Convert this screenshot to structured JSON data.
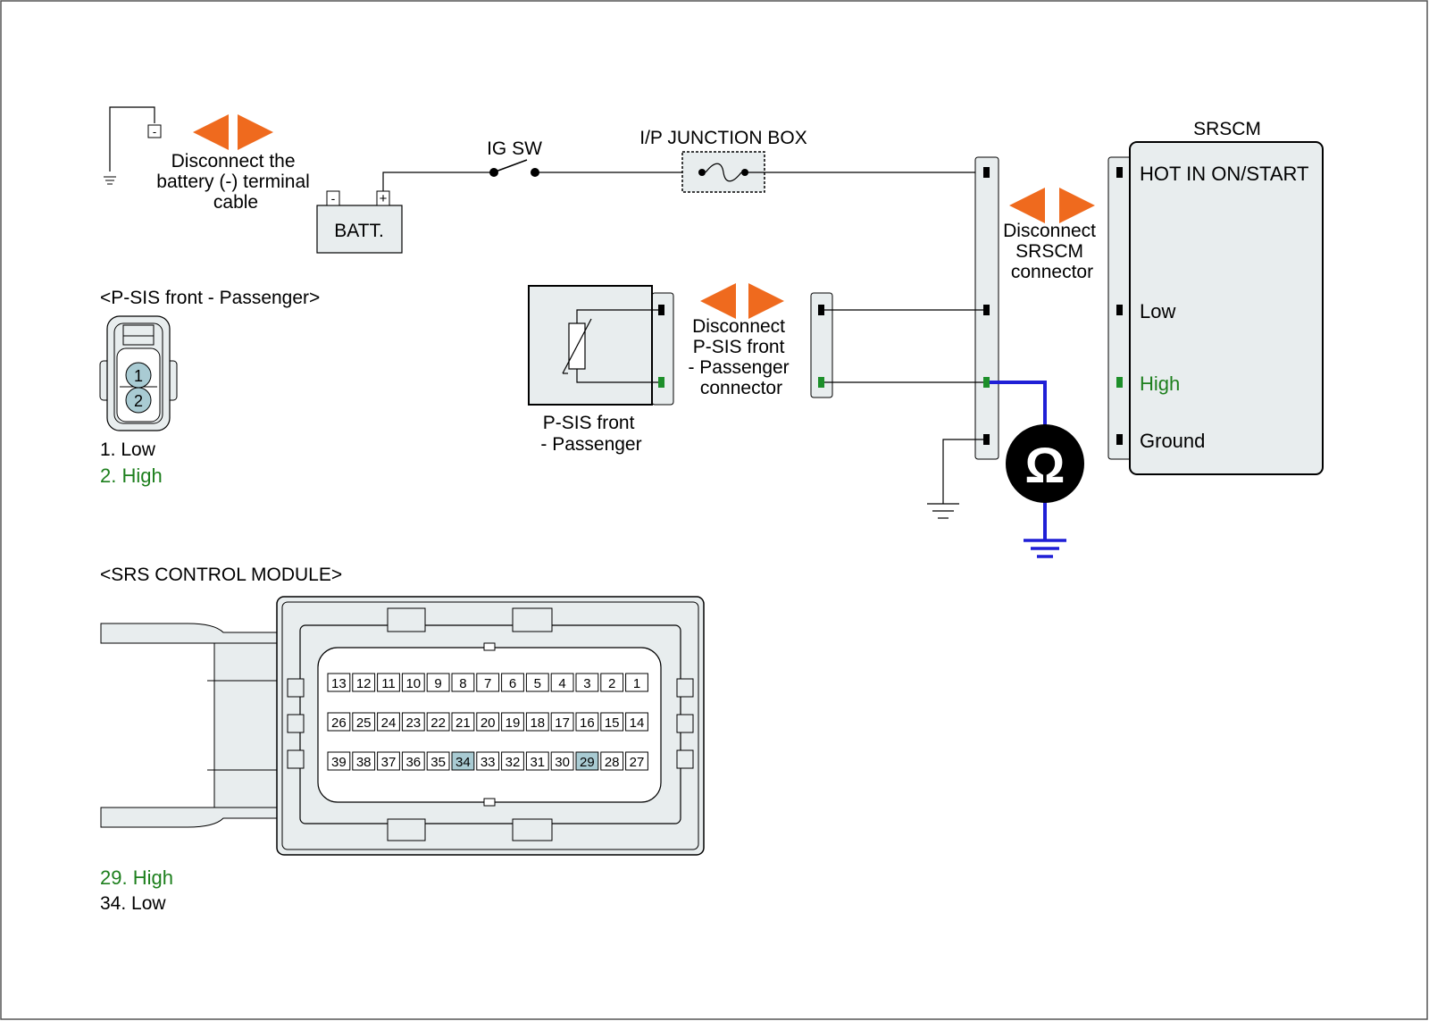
{
  "colors": {
    "orange": "#ef6a1e",
    "wire_blue": "#1f1fd6",
    "terminal_green": "#1d8f2a",
    "highlight_pin": "#a9cbd3",
    "box_fill": "#e8edee",
    "text_green": "#1d7f1d"
  },
  "battery": {
    "label": "BATT.",
    "minus": "-",
    "plus": "+",
    "ground_minus": "-",
    "note": [
      "Disconnect the",
      "battery (-) terminal",
      "cable"
    ]
  },
  "ig_switch": {
    "label": "IG SW"
  },
  "junction_box": {
    "label": "I/P JUNCTION BOX"
  },
  "srscm": {
    "title": "SRSCM",
    "pins": [
      "HOT IN ON/START",
      "Low",
      "High",
      "Ground"
    ],
    "note": [
      "Disconnect",
      "SRSCM",
      "connector"
    ]
  },
  "psis": {
    "label": [
      "P-SIS front",
      "- Passenger"
    ],
    "note": [
      "Disconnect",
      "P-SIS front",
      "- Passenger",
      "connector"
    ]
  },
  "meter": {
    "icon": "ohm-meter-icon",
    "symbol": "Ω"
  },
  "psis_connector": {
    "title": "<P-SIS front - Passenger>",
    "pins": [
      "1",
      "2"
    ],
    "legend": [
      "1. Low",
      "2. High"
    ]
  },
  "srs_module": {
    "title": "<SRS CONTROL MODULE>",
    "rows": [
      [
        "13",
        "12",
        "11",
        "10",
        "9",
        "8",
        "7",
        "6",
        "5",
        "4",
        "3",
        "2",
        "1"
      ],
      [
        "26",
        "25",
        "24",
        "23",
        "22",
        "21",
        "20",
        "19",
        "18",
        "17",
        "16",
        "15",
        "14"
      ],
      [
        "39",
        "38",
        "37",
        "36",
        "35",
        "34",
        "33",
        "32",
        "31",
        "30",
        "29",
        "28",
        "27"
      ]
    ],
    "highlighted": [
      "34",
      "29"
    ],
    "legend": [
      "29. High",
      "34. Low"
    ]
  }
}
